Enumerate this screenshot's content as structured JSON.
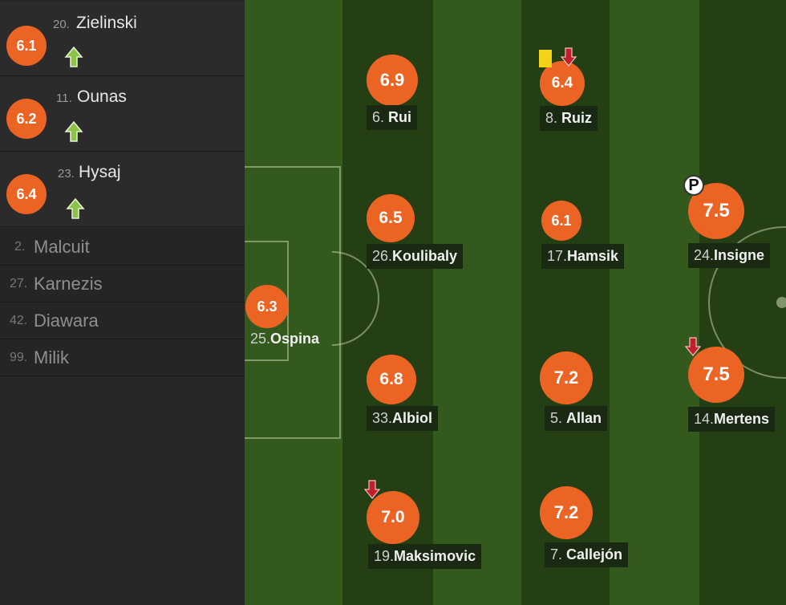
{
  "sidebar": {
    "substitutes_in": [
      {
        "number": "20.",
        "name": "Zielinski",
        "rating": "6.1"
      },
      {
        "number": "11.",
        "name": "Ounas",
        "rating": "6.2"
      },
      {
        "number": "23.",
        "name": "Hysaj",
        "rating": "6.4"
      }
    ],
    "bench": [
      {
        "number": "2.",
        "name": "Malcuit"
      },
      {
        "number": "27.",
        "name": "Karnezis"
      },
      {
        "number": "42.",
        "name": "Diawara"
      },
      {
        "number": "99.",
        "name": "Milik"
      }
    ]
  },
  "pitch": {
    "players": [
      {
        "id": "ospina",
        "number": "25.",
        "name": "Ospina",
        "rating": "6.3"
      },
      {
        "id": "rui",
        "number": "6.",
        "name": "Rui",
        "rating": "6.9"
      },
      {
        "id": "koulibaly",
        "number": "26.",
        "name": "Koulibaly",
        "rating": "6.5"
      },
      {
        "id": "albiol",
        "number": "33.",
        "name": "Albiol",
        "rating": "6.8"
      },
      {
        "id": "maksimovic",
        "number": "19.",
        "name": "Maksimovic",
        "rating": "7.0"
      },
      {
        "id": "ruiz",
        "number": "8.",
        "name": "Ruiz",
        "rating": "6.4"
      },
      {
        "id": "hamsik",
        "number": "17.",
        "name": "Hamsik",
        "rating": "6.1"
      },
      {
        "id": "allan",
        "number": "5.",
        "name": "Allan",
        "rating": "7.2"
      },
      {
        "id": "callejon",
        "number": "7.",
        "name": "Callejón",
        "rating": "7.2"
      },
      {
        "id": "insigne",
        "number": "24.",
        "name": "Insigne",
        "rating": "7.5"
      },
      {
        "id": "mertens",
        "number": "14.",
        "name": "Mertens",
        "rating": "7.5"
      }
    ],
    "penalty_icon_letter": "P"
  },
  "colors": {
    "rating_badge": "#ec6424",
    "sub_in_arrow": "#8bc34a",
    "sub_out_arrow": "#c0202c",
    "yellow_card": "#f4d21a"
  },
  "icons": {
    "sub_in": "arrow-up-icon",
    "sub_out": "arrow-down-icon",
    "card": "yellow-card-icon",
    "penalty": "penalty-icon"
  }
}
